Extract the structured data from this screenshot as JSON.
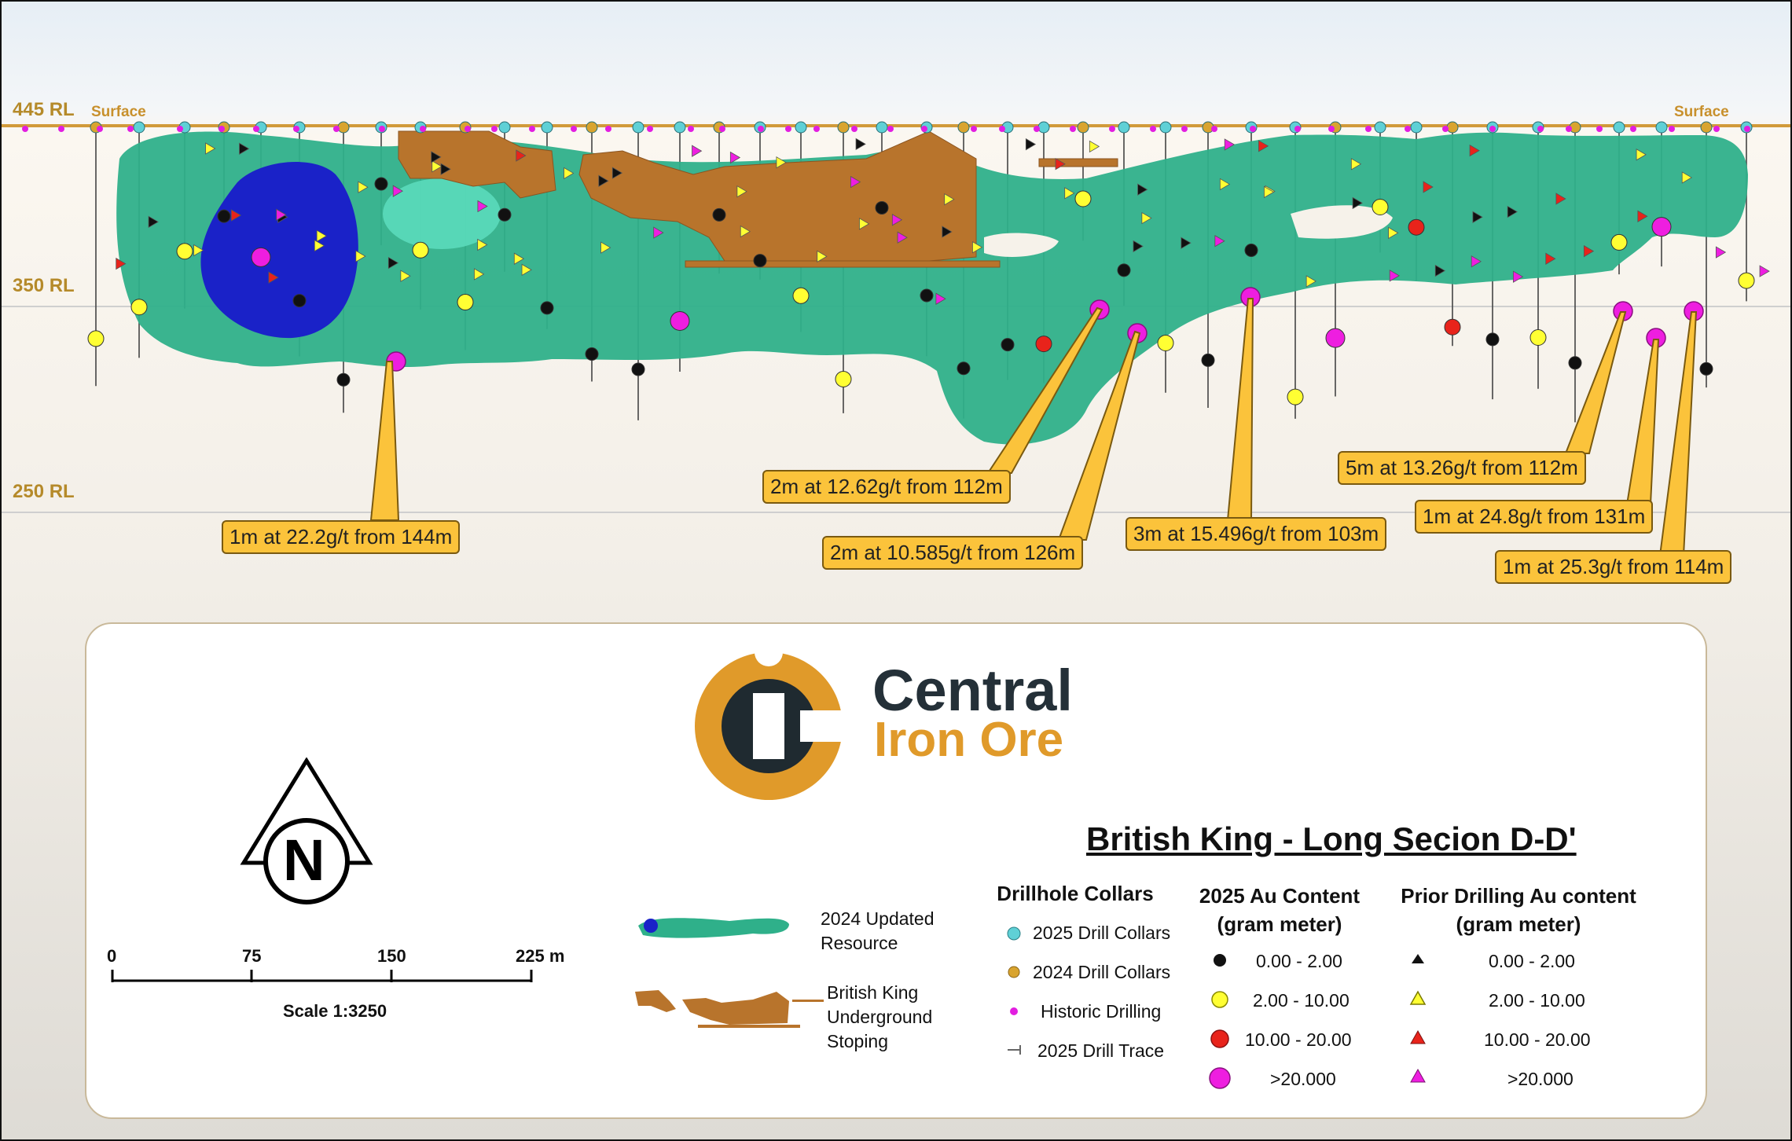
{
  "section": {
    "rl_labels": [
      "445 RL",
      "350 RL",
      "250 RL"
    ],
    "surface_labels": [
      "Surface",
      "Surface"
    ],
    "callouts": [
      "1m at 22.2g/t from 144m",
      "2m at 12.62g/t from 112m",
      "2m at 10.585g/t from 126m",
      "3m at 15.496g/t from 103m",
      "5m at 13.26g/t from 112m",
      "1m at 24.8g/t from 131m",
      "1m at 25.3g/t from 114m"
    ]
  },
  "logo": {
    "line1": "Central",
    "line2": "Iron Ore"
  },
  "north_arrow": {
    "label": "N"
  },
  "scale": {
    "ticks": [
      "0",
      "75",
      "150",
      "225 m"
    ],
    "caption": "Scale 1:3250"
  },
  "legend": {
    "title": "British King - Long Secion D-D'",
    "resource_label": "2024 Updated Resource",
    "stoping_label": "British King Underground Stoping",
    "collars_header": "Drillhole Collars",
    "collars": [
      "2025 Drill Collars",
      "2024 Drill Collars",
      "Historic Drilling",
      "2025 Drill Trace"
    ],
    "au2025_header": "2025 Au Content (gram meter)",
    "prior_header": "Prior Drilling Au content (gram meter)",
    "ranges": [
      "0.00 - 2.00",
      "2.00 - 10.00",
      "10.00 - 20.00",
      ">20.000"
    ],
    "colors": {
      "grade_0_2": "#111111",
      "grade_2_10": "#ffff33",
      "grade_10_20": "#e8231b",
      "grade_20_plus": "#ee1ee0",
      "collar_2025": "#5fd0d6",
      "collar_2024": "#d9a42f",
      "historic": "#e21ee0",
      "resource": "#2fb08a",
      "stoping": "#b8742c",
      "callout": "#fbc33b"
    }
  }
}
